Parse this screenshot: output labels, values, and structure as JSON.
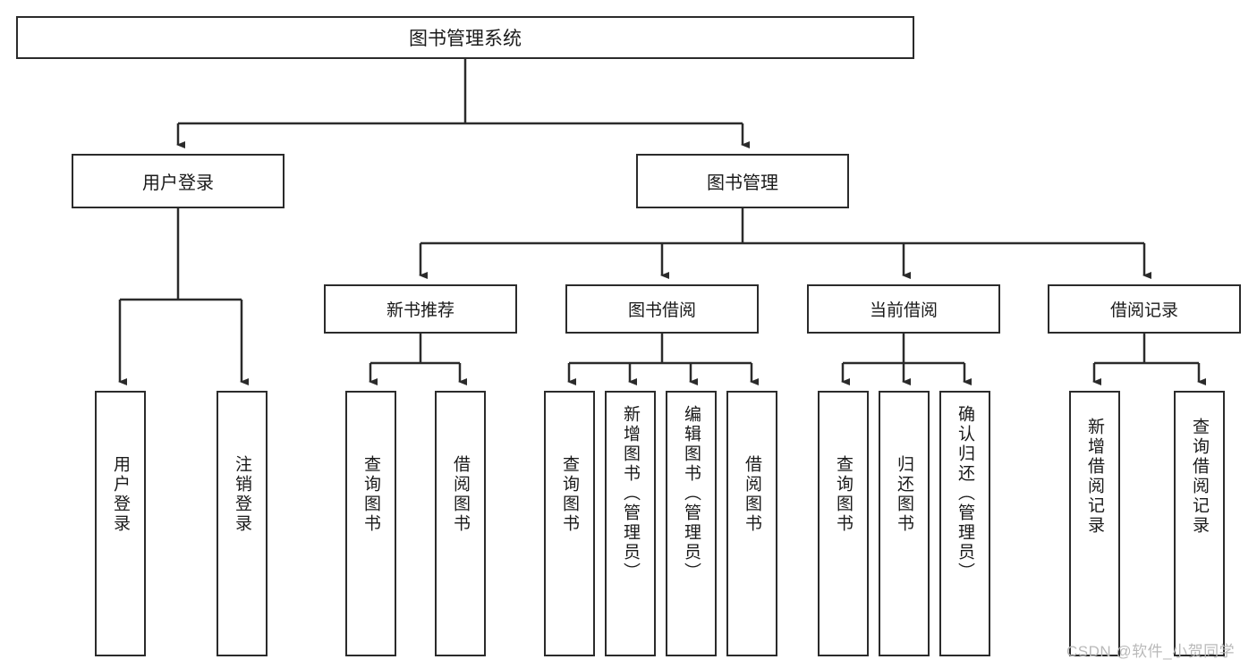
{
  "diagram": {
    "type": "tree-hierarchy",
    "title": "图书管理系统",
    "root": {
      "label": "图书管理系统"
    },
    "level1": [
      {
        "label": "用户登录"
      },
      {
        "label": "图书管理"
      }
    ],
    "level2": [
      {
        "label": "新书推荐"
      },
      {
        "label": "图书借阅"
      },
      {
        "label": "当前借阅"
      },
      {
        "label": "借阅记录"
      }
    ],
    "leaves": {
      "user_login": [
        {
          "label": "用户登录"
        },
        {
          "label": "注销登录"
        }
      ],
      "new_book_recommend": [
        {
          "label": "查询图书"
        },
        {
          "label": "借阅图书"
        }
      ],
      "book_borrow": [
        {
          "label": "查询图书"
        },
        {
          "label": "新增图书（管理员）"
        },
        {
          "label": "编辑图书（管理员）"
        },
        {
          "label": "借阅图书"
        }
      ],
      "current_borrow": [
        {
          "label": "查询图书"
        },
        {
          "label": "归还图书"
        },
        {
          "label": "确认归还（管理员）"
        }
      ],
      "borrow_record": [
        {
          "label": "新增借阅记录"
        },
        {
          "label": "查询借阅记录"
        }
      ]
    }
  },
  "watermark": {
    "text": "CSDN @软件_小贺同学"
  },
  "colors": {
    "stroke": "#2b2b2b",
    "background": "#ffffff",
    "text": "#1a1a1a",
    "watermark": "#b9b9b9"
  }
}
